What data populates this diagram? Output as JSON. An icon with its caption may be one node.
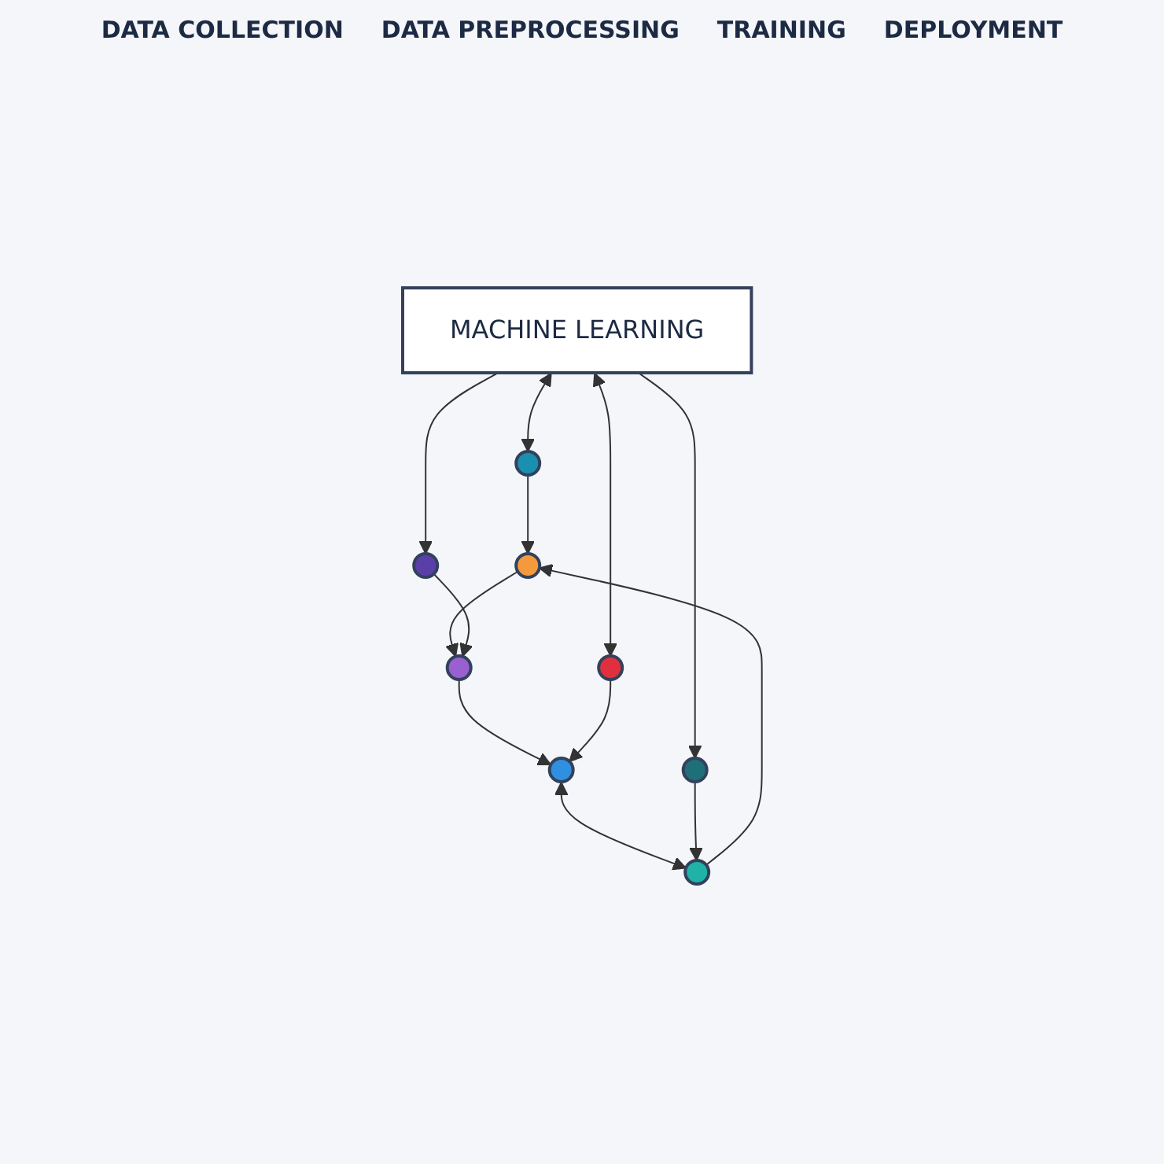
{
  "diagram": {
    "nodes": [
      {
        "text": [],
        "shape": "circle"
      },
      {
        "text": [],
        "shape": "circle"
      },
      {
        "text": [],
        "shape": "circle"
      },
      {
        "text": [],
        "shape": "circle"
      },
      {
        "text": [
          "MACHINE LEARNING"
        ]
      },
      {
        "text": [],
        "shape": "circle"
      },
      {
        "text": [],
        "shape": "circle"
      },
      {
        "text": [],
        "shape": "circle"
      },
      {
        "text": [],
        "shape": "circle"
      }
    ],
    "edges": [
      {
        "from": 2,
        "to": 0,
        "arrow": "to"
      },
      {
        "from": 0,
        "to": 6,
        "arrow": "to"
      },
      {
        "from": 6,
        "to": 8,
        "arrow": "to"
      },
      {
        "from": 8,
        "to": 2,
        "arrow": "both"
      },
      {
        "from": 4,
        "to": 1,
        "arrow": "both"
      },
      {
        "from": 1,
        "to": 0,
        "arrow": "to"
      },
      {
        "from": 4,
        "to": 3,
        "arrow": "to"
      },
      {
        "from": 3,
        "to": 2,
        "arrow": "to"
      },
      {
        "from": 4,
        "to": 5,
        "arrow": "to"
      },
      {
        "from": 5,
        "to": 6,
        "arrow": "to"
      },
      {
        "from": 4,
        "to": 7,
        "arrow": "both"
      },
      {
        "from": 7,
        "to": 8,
        "arrow": "to"
      }
    ],
    "labels": [
      "DATA COLLECTION",
      "DATA PREPROCESSING",
      "TRAINING",
      "DEPLOYMENT"
    ]
  }
}
